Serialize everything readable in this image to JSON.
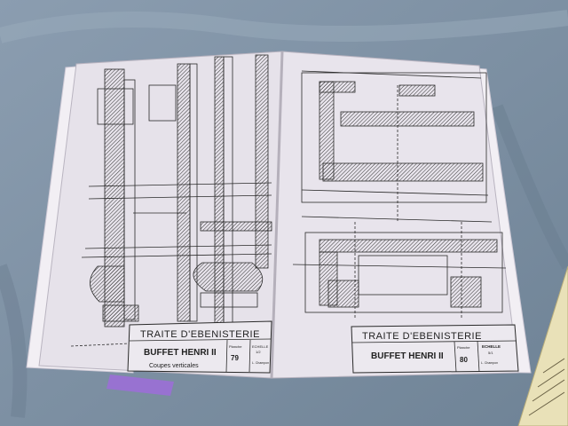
{
  "left_page": {
    "series_title": "TRAITE D'EBENISTERIE",
    "plate_title": "BUFFET HENRI II",
    "subtitle": "Coupes verticales",
    "plate_label": "Planche",
    "plate_number": "79",
    "scale_label": "ECHELLE",
    "scale_value": "1/2",
    "author": "L. Champon"
  },
  "right_page": {
    "series_title": "TRAITE D'EBENISTERIE",
    "plate_title": "BUFFET HENRI II",
    "plate_label": "Planche",
    "plate_number": "80",
    "scale_label": "ECHELLE",
    "scale_value": "5/1",
    "author": "L. Champon"
  },
  "colors": {
    "blanket": "#7f93a6",
    "paper": "#e6e2ea",
    "ink": "#2a2a2a",
    "bookmark": "#9b6fd6"
  }
}
